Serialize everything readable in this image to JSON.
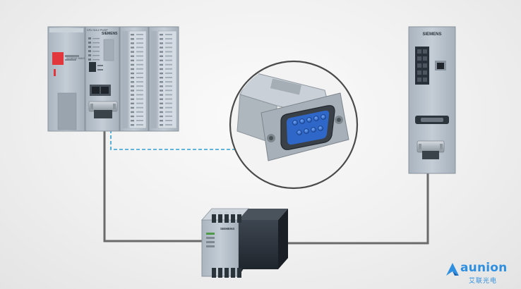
{
  "plc_rack": {
    "brand": "SIEMENS",
    "cpu_model": "CPU 315-2 PN/DP",
    "psu_label": "SIEMENS SIMATIC"
  },
  "remote_station": {
    "brand": "SIEMENS"
  },
  "repeater": {
    "brand": "SIEMENS"
  },
  "logo": {
    "name": "aunion",
    "sub": "艾联光电"
  },
  "colors": {
    "cable": "#6a6a6a",
    "dashed_link": "#2f9fd6",
    "module_body": "#b9c3ce",
    "connector_pins": "#2f6fd0",
    "brand_accent": "#2f8fe0"
  }
}
